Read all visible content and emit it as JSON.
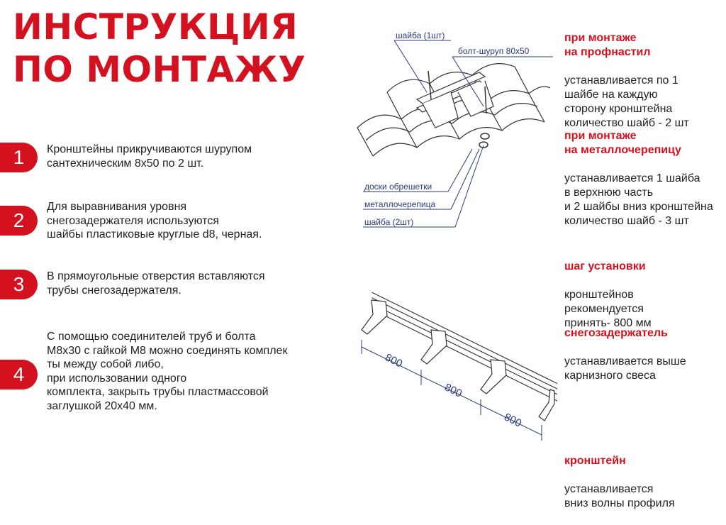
{
  "title": {
    "line1": "ИНСТРУКЦИЯ",
    "line2": "ПО МОНТАЖУ"
  },
  "steps": [
    {
      "number": "1",
      "text": "Кронштейны прикручиваются шурупом\nсантехническим 8х50 по 2 шт."
    },
    {
      "number": "2",
      "text": "Для выравнивания уровня\nснегозадержателя используются\nшайбы пластиковые круглые d8, черная."
    },
    {
      "number": "3",
      "text": "В прямоугольные отверстия вставляются\nтрубы снегозадержателя."
    },
    {
      "number": "4",
      "text": "С помощью соединителей труб и болта\nМ8х30 с гайкой  М8 можно соединять комплек\nты между собой либо,\nпри использовании одного\nкомплекта, закрыть трубы пластмассовой\nзаглушкой 20х40 мм."
    }
  ],
  "diagram_labels": {
    "washer_top": "шайба (1шт)",
    "bolt": "болт-шуруп 80х50",
    "boards": "доски обрешетки",
    "metal_tile": "металлочерепица",
    "washer_bottom": "шайба (2шт)"
  },
  "dimensions": [
    "800",
    "800",
    "800"
  ],
  "notes": {
    "profnastil": {
      "heading": "при монтаже\nна профнастил",
      "body": "устанавливается по 1\nшайбе на каждую\nсторону кронштейна\nколичество шайб - 2 шт"
    },
    "metal_tile": {
      "heading": "при монтаже\nна металлочерепицу",
      "body": "устанавливается 1 шайба\nв верхнюю часть\nи 2 шайбы вниз кронштейна\nколичество шайб - 3 шт"
    },
    "step": {
      "heading": "шаг установки",
      "body": "кронштейнов\nрекомендуется\nпринять- 800 мм"
    },
    "snow_guard": {
      "heading": "снегозадержатель",
      "body": "устанавливается выше\nкарнизного свеса"
    },
    "bracket": {
      "heading": "кронштейн",
      "body": "устанавливается\nвниз волны профиля"
    }
  },
  "colors": {
    "accent": "#d4111e",
    "text": "#222222",
    "line": "#2b3b7a"
  }
}
